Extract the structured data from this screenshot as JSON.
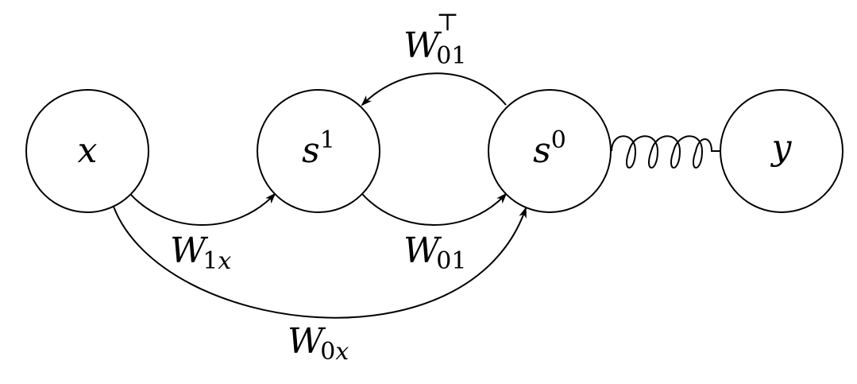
{
  "nodes": {
    "x": {
      "label": "x"
    },
    "s1": {
      "label": "s",
      "sup": "1"
    },
    "s0": {
      "label": "s",
      "sup": "0"
    },
    "y": {
      "label": "y"
    }
  },
  "edges": {
    "w01t": {
      "label": "W",
      "sub": "01",
      "sup": "⊤"
    },
    "w1x": {
      "label": "W",
      "sub_num": "1",
      "sub_var": "x"
    },
    "w01": {
      "label": "W",
      "sub": "01"
    },
    "w0x": {
      "label": "W",
      "sub_num": "0",
      "sub_var": "x"
    }
  },
  "colors": {
    "stroke": "#000000",
    "fill": "#ffffff"
  }
}
